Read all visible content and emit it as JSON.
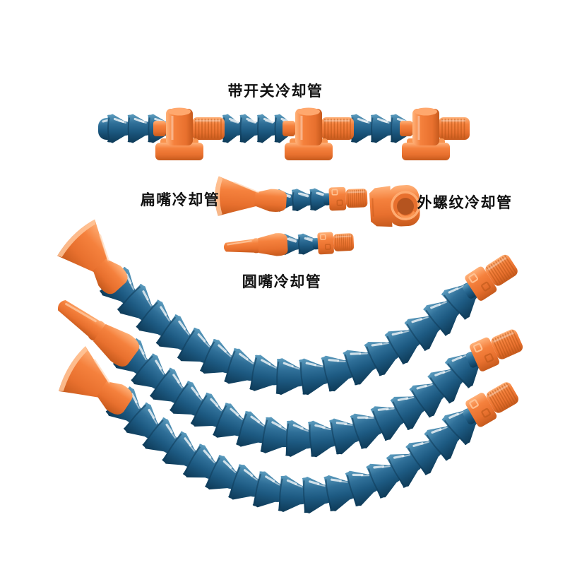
{
  "page": {
    "background": "#ffffff",
    "description_labels_language": "zh-CN"
  },
  "colors": {
    "pipe_blue_light": "#5d9dbf",
    "pipe_blue_mid": "#2f6f98",
    "pipe_blue": "#1d5a82",
    "pipe_blue_deep": "#0e3a57",
    "orange_light": "#ffb27a",
    "orange": "#f5813d",
    "orange_mid": "#e8702e",
    "orange_deep": "#c65a1d",
    "thread_shadow": "#b65415",
    "text": "#111111"
  },
  "products": {
    "switch_pipe": {
      "label": "带开关冷却管"
    },
    "flat_nozzle_pipe": {
      "label": "扁嘴冷却管"
    },
    "external_thread_pipe": {
      "label": "外螺纹冷却管"
    },
    "round_nozzle_pipe": {
      "label": "圆嘴冷却管"
    }
  }
}
